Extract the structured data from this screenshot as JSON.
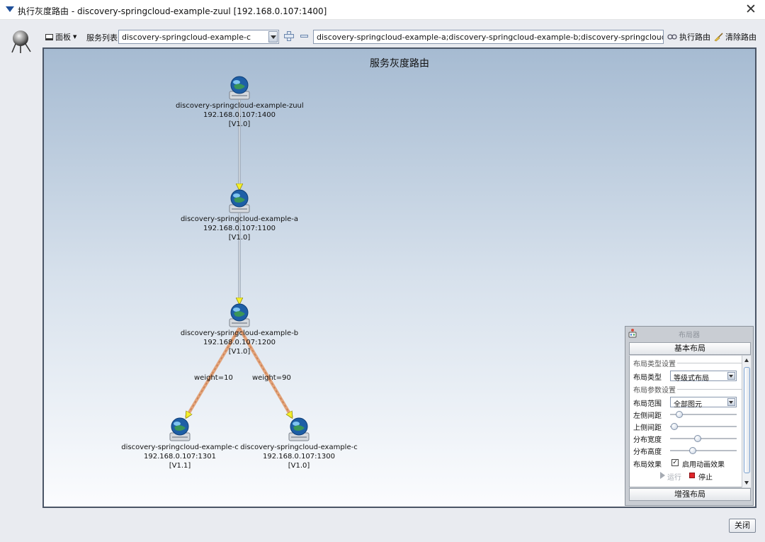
{
  "window": {
    "title": "执行灰度路由 - discovery-springcloud-example-zuul [192.168.0.107:1400]"
  },
  "toolbar": {
    "panel_label": "面板",
    "service_list_label": "服务列表",
    "service_selected": "discovery-springcloud-example-c",
    "route_value": "discovery-springcloud-example-a;discovery-springcloud-example-b;discovery-springcloud-example-c",
    "execute_label": "执行路由",
    "clear_label": "清除路由"
  },
  "graph": {
    "title": "服务灰度路由",
    "nodes": [
      {
        "name": "discovery-springcloud-example-zuul",
        "address": "192.168.0.107:1400",
        "version": "[V1.0]"
      },
      {
        "name": "discovery-springcloud-example-a",
        "address": "192.168.0.107:1100",
        "version": "[V1.0]"
      },
      {
        "name": "discovery-springcloud-example-b",
        "address": "192.168.0.107:1200",
        "version": "[V1.0]"
      },
      {
        "name": "discovery-springcloud-example-c",
        "address": "192.168.0.107:1301",
        "version": "[V1.1]"
      },
      {
        "name": "discovery-springcloud-example-c",
        "address": "192.168.0.107:1300",
        "version": "[V1.0]"
      }
    ],
    "weights": [
      "weight=10",
      "weight=90"
    ]
  },
  "layout_panel": {
    "title": "布局器",
    "basic_tab": "基本布局",
    "type_section": "布局类型设置",
    "type_label": "布局类型",
    "type_value": "等级式布局",
    "param_section": "布局参数设置",
    "range_label": "布局范围",
    "range_value": "全部图元",
    "left_spacing_label": "左侧间距",
    "left_spacing_level": 0.14,
    "top_spacing_label": "上侧间距",
    "top_spacing_level": 0.06,
    "width_label": "分布宽度",
    "width_level": 0.42,
    "height_label": "分布高度",
    "height_level": 0.34,
    "effect_label": "布局效果",
    "animation_label": "启用动画效果",
    "animation_checked": true,
    "run_label": "运行",
    "stop_label": "停止",
    "enhanced_tab": "增强布局"
  },
  "footer": {
    "close_label": "关闭"
  }
}
